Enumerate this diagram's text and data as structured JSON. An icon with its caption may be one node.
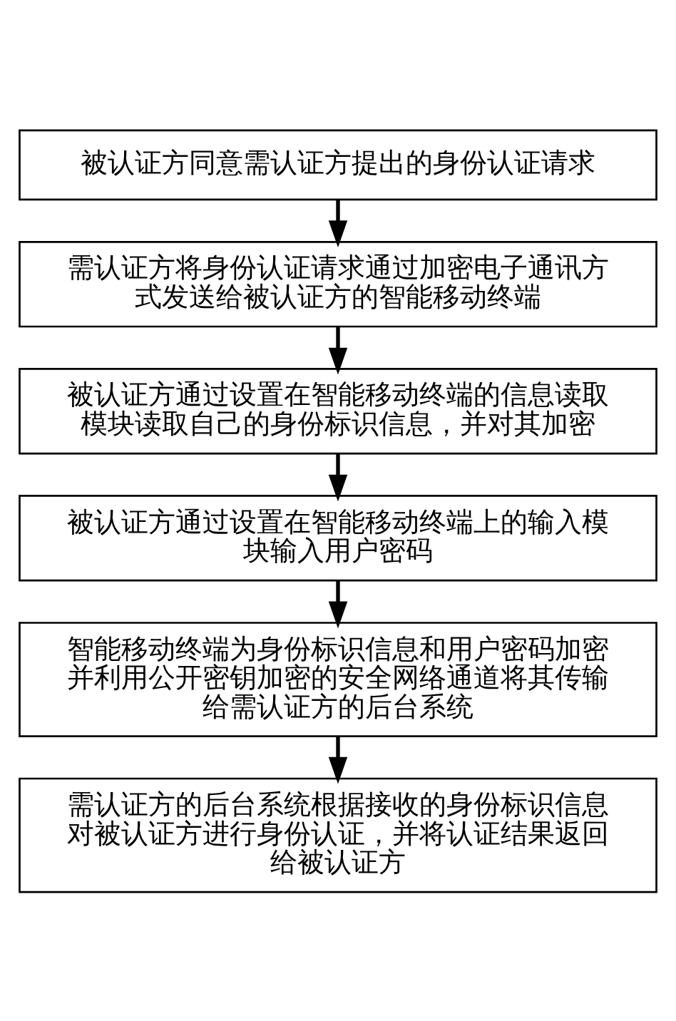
{
  "diagram": {
    "nodes": [
      {
        "text": [
          "被认证方同意需认证方提出的身份认证请求"
        ]
      },
      {
        "text": [
          "需认证方将身份认证请求通过加密电子通讯方式发送给被认证方的智能移动终端"
        ]
      },
      {
        "text": [
          "被认证方通过设置在智能移动终端的信息读取模块读取自己的身份标识信息，并对其加密"
        ]
      },
      {
        "text": [
          "被认证方通过设置在智能移动终端上的输入模块输入用户密码"
        ]
      },
      {
        "text": [
          "智能移动终端为身份标识信息和用户密码加密并利用公开密钥加密的安全网络通道将其传输给需认证方的后台系统"
        ]
      },
      {
        "text": [
          "需认证方的后台系统根据接收的身份标识信息对被认证方进行身份认证，并将认证结果返回给被认证方"
        ]
      }
    ],
    "edges": [
      {
        "from": 0,
        "to": 1,
        "arrow": "to"
      },
      {
        "from": 1,
        "to": 2,
        "arrow": "to"
      },
      {
        "from": 2,
        "to": 3,
        "arrow": "to"
      },
      {
        "from": 3,
        "to": 4,
        "arrow": "to"
      },
      {
        "from": 4,
        "to": 5,
        "arrow": "to"
      }
    ]
  }
}
